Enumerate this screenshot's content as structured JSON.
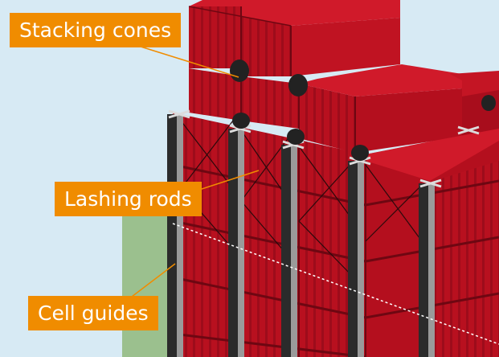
{
  "diagram": {
    "labels": {
      "stacking_cones": "Stacking cones",
      "lashing_rods": "Lashing rods",
      "cell_guides": "Cell guides"
    },
    "colors": {
      "background": "#d7eaf4",
      "container_front": "#b8101f",
      "container_top": "#d01a2a",
      "container_side": "#8e0a16",
      "callout": "#f08c00",
      "cell_guide_panel": "#9bc08e",
      "guide_post_dark": "#2b2b2b",
      "guide_post_light": "#9a9a9a",
      "cone": "#222222"
    }
  }
}
